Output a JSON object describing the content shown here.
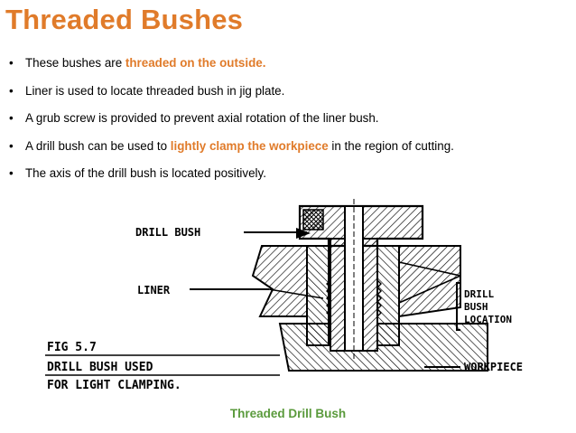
{
  "slide": {
    "title": "Threaded Bushes",
    "bullet_glyph": "•",
    "bullets": [
      {
        "before": "These bushes are ",
        "highlight": "threaded on the outside.",
        "after": ""
      },
      {
        "before": "Liner is used to locate threaded bush in jig plate.",
        "highlight": "",
        "after": ""
      },
      {
        "before": "A grub screw is provided to prevent axial rotation of the liner bush.",
        "highlight": "",
        "after": ""
      },
      {
        "before": "A drill bush can be used to ",
        "highlight": "lightly clamp the workpiece",
        "after": " in the region of cutting."
      },
      {
        "before": "The axis of the drill bush is located positively.",
        "highlight": "",
        "after": ""
      }
    ],
    "caption": "Threaded Drill Bush",
    "colors": {
      "accent": "#e07b2a",
      "caption": "#5a9a3c"
    }
  },
  "figure": {
    "label_drill_bush": "DRILL BUSH",
    "label_liner": "LINER",
    "label_location_1": "DRILL",
    "label_location_2": "BUSH",
    "label_location_3": "LOCATION",
    "label_workpiece": "WORKPIECE",
    "fig_number": "FIG 5.7",
    "fig_line_1": "DRILL BUSH USED",
    "fig_line_2": "FOR LIGHT CLAMPING."
  }
}
